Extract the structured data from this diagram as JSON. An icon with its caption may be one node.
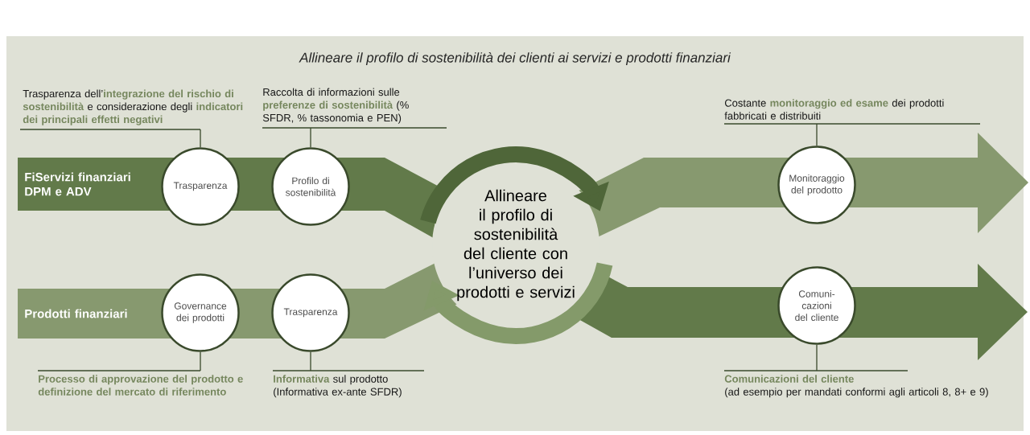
{
  "diagram": {
    "title": "Allineare il profilo di sostenibilità dei clienti ai servizi e prodotti finanziari",
    "nodes": [
      {
        "text": [
          "FiServizi finanziari DPM e ADV"
        ]
      },
      {
        "text": [
          "Trasparenza dell’**integrazione del rischio di sostenibilità** e considerazione degli **indicatori dei principali effetti negativi**"
        ]
      },
      {
        "text": [
          "Trasparenza"
        ]
      },
      {
        "text": [
          "Raccolta di informazioni sulle **preferenze di sostenibilità** (% SFDR, % tassonomia e PEN)"
        ]
      },
      {
        "text": [
          "Profilo di sostenibilità"
        ]
      },
      {
        "text": [
          "Allineare il profilo di sostenibilità del cliente con l’universo dei prodotti e servizi"
        ]
      },
      {
        "text": [
          "Costante **monitoraggio ed esame** dei prodotti fabbricati e distribuiti"
        ]
      },
      {
        "text": [
          "Monitoraggio del prodotto"
        ]
      },
      {
        "text": [
          "Prodotti finanziari"
        ]
      },
      {
        "text": [
          "Governance dei prodotti"
        ]
      },
      {
        "text": [
          "Trasparenza"
        ]
      },
      {
        "text": [
          "Comuni-cazioni del cliente"
        ]
      },
      {
        "text": [
          "Processo di approvazione del prodotto e definizione del mercato di riferimento"
        ]
      },
      {
        "text": [
          "**Informativa** sul prodotto (Informativa ex-ante SFDR)"
        ]
      },
      {
        "text": [
          "Comunicazioni del cliente",
          "(ad esempio per mandati conformi agli articoli 8, 8+ e 9)"
        ]
      }
    ],
    "edges": [
      {
        "from": 1,
        "to": 2,
        "arrow": "none"
      },
      {
        "from": 3,
        "to": 4,
        "arrow": "none"
      },
      {
        "from": 6,
        "to": 7,
        "arrow": "none"
      },
      {
        "from": 12,
        "to": 9,
        "arrow": "none"
      },
      {
        "from": 13,
        "to": 10,
        "arrow": "none"
      },
      {
        "from": 14,
        "to": 11,
        "arrow": "none"
      }
    ]
  }
}
